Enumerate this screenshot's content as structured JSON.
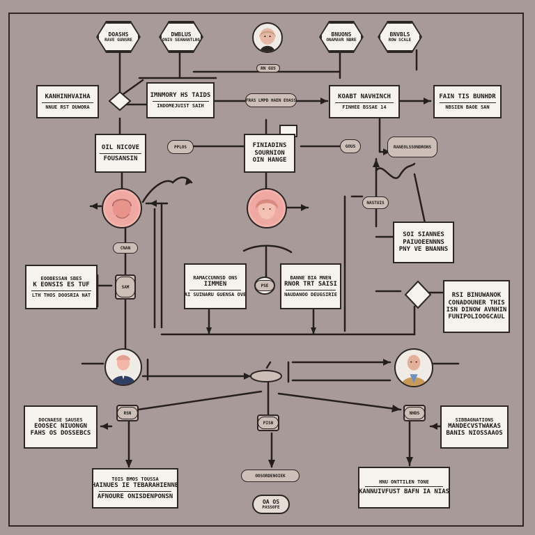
{
  "header_badges": [
    {
      "line1": "DOASHS",
      "line2": "RAVE GUNSRE"
    },
    {
      "line1": "DWBLUS",
      "line2": "ONIV SEANANTLNG"
    },
    {
      "line1": "BNUONS",
      "line2": "ONAMAVR NBRE"
    },
    {
      "line1": "BNVBLS",
      "line2": "ROW SCALE"
    }
  ],
  "top_tag": "RN GUS",
  "boxes": {
    "b1": {
      "line1": "KANHINHVAIHA",
      "line2": "NNUE RST DUWORA"
    },
    "b2": {
      "line1": "IMNMORY HS TAIDS",
      "line2": "INDOMEJUIST SAIH"
    },
    "b3": {
      "line1": "KOABT NAVHINCH",
      "line2": "FINHEE BSSAE 14"
    },
    "b4": {
      "line1": "FAIN TIS BUNHDR",
      "line2": "NBSIEN BAOE SAN"
    },
    "b5": {
      "line1": "OIL NICOVE",
      "line2": "FOUSANSIN"
    },
    "b6": {
      "line1": "FINIADINS",
      "line2": "SOURNION",
      "line3": "OIN HANGE"
    },
    "b7": {
      "line1": "SOI SIANNES",
      "line2": "PAIUOEENNNS",
      "line3": "PNY VE BNANNS"
    },
    "b8": {
      "line1": "EOOBESSAN SBES",
      "line2": "K EONSIS ES TUF",
      "line3": "LTH THOS DOOSRIA NAT"
    },
    "b9": {
      "line1": "RAMACCUNNSD ONS",
      "line2": "IIMMEN",
      "line3": "IAI SUINARU GUENSA OVEN"
    },
    "b10": {
      "line1": "BANNE BIA MNEN",
      "line2": "RNOR TRT SAISI",
      "line3": "NAUDANOO DEUGSIRIE"
    },
    "b11": {
      "line1": "RSI BINUWANOK",
      "line2": "CONADOUNER THIS",
      "line3": "ISN DINOW AVNHIN",
      "line4": "FUNIPOLIOOGCAUL"
    },
    "b12": {
      "line1": "DOCNAESE SAUSES",
      "line2": "EOOSEC NIUONGN",
      "line3": "FAHS OS DOSSEBCS"
    },
    "b13": {
      "line1": "SIBBAGNATIONS",
      "line2": "MANDECVSTWAKAS",
      "line3": "BANIS NIOSSAAOS"
    },
    "b14": {
      "line1": "TOIS BMOS TOUSSA",
      "line2": "HAINUES IE TEBARAHIENNE",
      "line3": "AFNOURE ONISDENPONSN"
    },
    "b15": {
      "line1": "HNU ONTTILEN TONE",
      "line2": "KANNUIVFUST BAFN IA NIAS"
    }
  },
  "tags": [
    {
      "text": "FRAS LMPD HAEN EOASS"
    },
    {
      "text": "PPLOS"
    },
    {
      "text": "RANEOLSSONDRONS"
    },
    {
      "text": "GOUS"
    },
    {
      "text": "NASTUIS"
    },
    {
      "text": "CNAN"
    },
    {
      "text": "RSN"
    },
    {
      "text": "PISN"
    },
    {
      "text": "NHDS"
    },
    {
      "text": "OOSORDENOIEK"
    },
    {
      "text": "SAM"
    },
    {
      "text": "PSE"
    }
  ],
  "footer_badge": {
    "line1": "OA OS",
    "line2": "PASSOFE"
  },
  "colors": {
    "background": "#a79a99",
    "paper": "#f6f3ef",
    "ink": "#2b2524",
    "tag": "#cdbfb8"
  }
}
